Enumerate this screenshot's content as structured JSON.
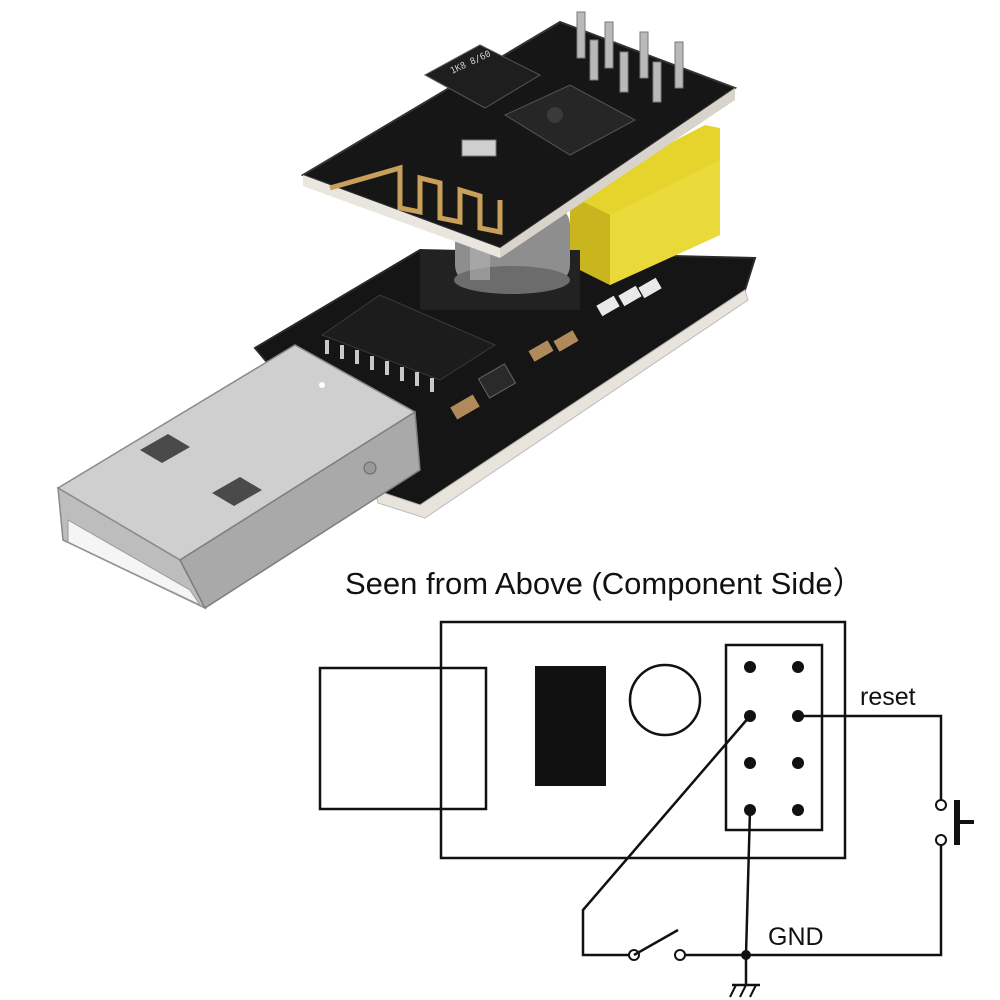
{
  "photo": {
    "subject": "ESP-01 USB programmer adapter",
    "chip_marking_1": "1K8 8/60",
    "chip_marking_2": "",
    "colors": {
      "pcb": "#141414",
      "usb_metal": "#c9c9c9",
      "header": "#e4d22a",
      "antenna": "#c9a05a",
      "capacitor": "#9a9a9a"
    }
  },
  "diagram": {
    "title": "Seen from Above (Component Side）",
    "labels": {
      "reset": "reset",
      "gnd": "GND"
    },
    "icons": {
      "pushbutton": "pushbutton-icon",
      "switch": "toggle-switch-icon",
      "ground": "ground-icon"
    }
  }
}
